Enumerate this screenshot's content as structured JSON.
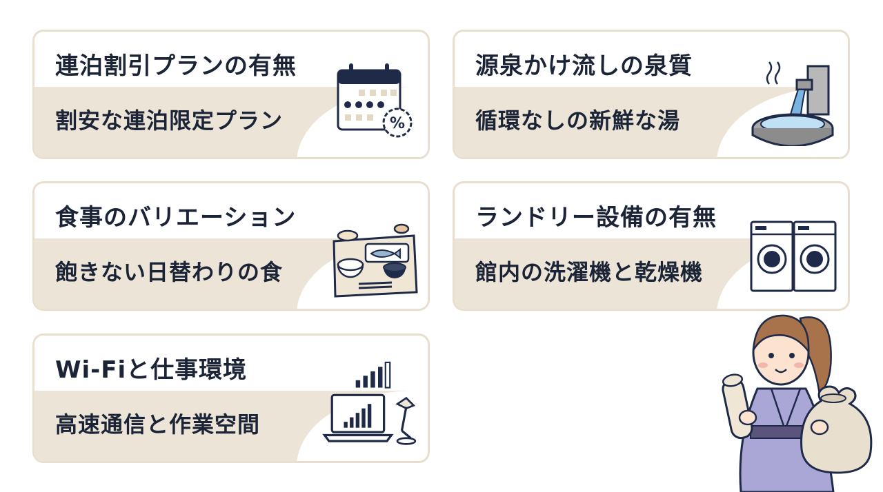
{
  "cards": [
    {
      "title": "連泊割引プランの有無",
      "subtitle": "割安な連泊限定プラン",
      "icon": "calendar-discount-icon"
    },
    {
      "title": "源泉かけ流しの泉質",
      "subtitle": "循環なしの新鮮な湯",
      "icon": "hot-spring-icon"
    },
    {
      "title": "食事のバリエーション",
      "subtitle": "飽きない日替わりの食",
      "icon": "meal-tray-icon"
    },
    {
      "title": "ランドリー設備の有無",
      "subtitle": "館内の洗濯機と乾燥機",
      "icon": "washing-machine-icon"
    },
    {
      "title": "Wi-Fiと仕事環境",
      "subtitle": "高速通信と作業空間",
      "icon": "laptop-wifi-icon"
    }
  ],
  "illustration": {
    "icon": "woman-yukata-illustration"
  },
  "colors": {
    "band": "#ece4d6",
    "border": "#e9dfcf",
    "text": "#1b2336",
    "navy": "#1e2a48",
    "yukata": "#aaa6d6"
  }
}
